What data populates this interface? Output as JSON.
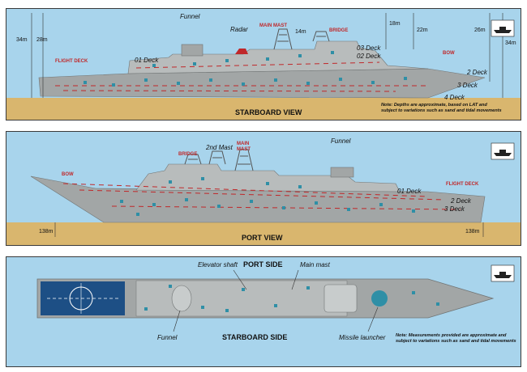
{
  "colors": {
    "sea": "#a8d4ec",
    "sand": "#d9b66e",
    "hull": "#a2a6a6",
    "deck": "#b8bcbc",
    "porthole": "#2f8fa6",
    "stripe": "#c0282a",
    "plan_bg": "#1d4f85"
  },
  "starboard": {
    "view_title": "STARBOARD VIEW",
    "labels": {
      "funnel": "Funnel",
      "radar": "Radar",
      "main_mast": "MAIN MAST",
      "bridge": "BRIDGE",
      "flight_deck": "FLIGHT DECK",
      "bow": "BOW",
      "deck_01": "01 Deck",
      "deck_02": "02 Deck",
      "deck_03": "03 Deck",
      "deck_2": "2 Deck",
      "deck_3": "3 Deck",
      "deck_4": "4 Deck"
    },
    "dimensions": {
      "d34_left": "34m",
      "d28": "28m",
      "d14": "14m",
      "d18": "18m",
      "d22": "22m",
      "d26": "26m",
      "d34_right": "34m"
    },
    "note_line1": "Note: Depths are approximate, based on LAT and",
    "note_line2": "subject to variations such as sand and tidal movements"
  },
  "port": {
    "view_title": "PORT VIEW",
    "labels": {
      "funnel": "Funnel",
      "second_mast": "2nd Mast",
      "main_mast_1": "MAIN",
      "main_mast_2": "MAST",
      "bridge": "BRIDGE",
      "bow": "BOW",
      "flight_deck": "FLIGHT DECK",
      "deck_01": "01 Deck",
      "deck_2": "2 Deck",
      "deck_3": "3 Deck"
    },
    "dimensions": {
      "left": "138m",
      "right": "138m"
    }
  },
  "plan": {
    "top_title": "PORT SIDE",
    "bottom_title": "STARBOARD SIDE",
    "labels": {
      "elevator_shaft": "Elevator shaft",
      "main_mast": "Main mast",
      "funnel": "Funnel",
      "missile_launcher": "Missile launcher"
    },
    "note_line1": "Note: Measurements provided are approximate and",
    "note_line2": "subject to variations such as sand and tidal movements"
  }
}
